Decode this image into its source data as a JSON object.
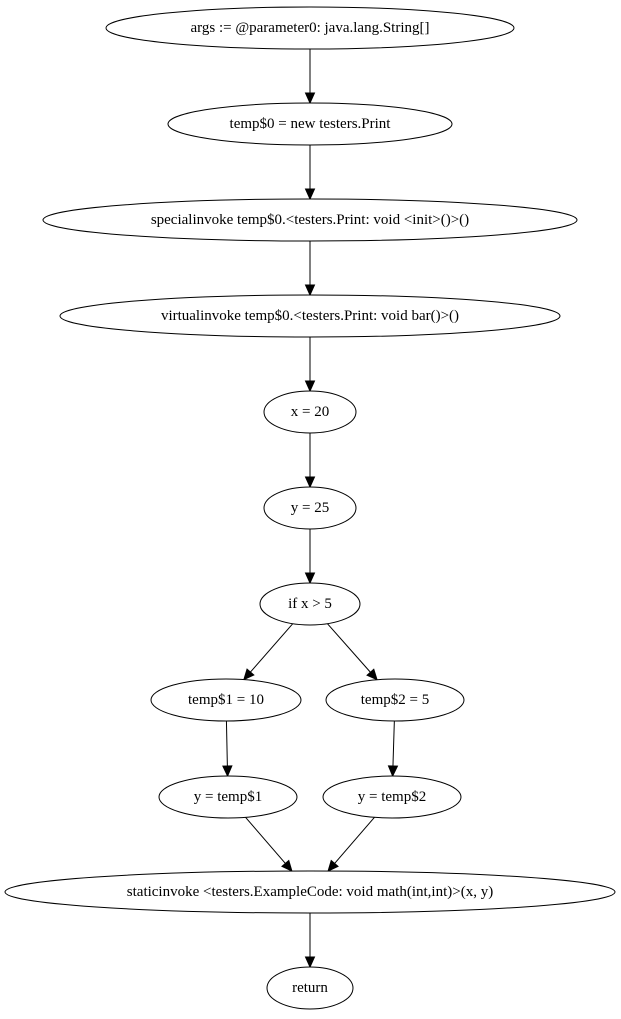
{
  "graph": {
    "nodes": [
      {
        "id": "n0",
        "label": "args := @parameter0: java.lang.String[]"
      },
      {
        "id": "n1",
        "label": "temp$0 = new testers.Print"
      },
      {
        "id": "n2",
        "label": "specialinvoke temp$0.<testers.Print: void <init>()>()"
      },
      {
        "id": "n3",
        "label": "virtualinvoke temp$0.<testers.Print: void bar()>()"
      },
      {
        "id": "n4",
        "label": "x = 20"
      },
      {
        "id": "n5",
        "label": "y = 25"
      },
      {
        "id": "n6",
        "label": "if x > 5"
      },
      {
        "id": "n7",
        "label": "temp$1 = 10"
      },
      {
        "id": "n8",
        "label": "temp$2 = 5"
      },
      {
        "id": "n9",
        "label": "y = temp$1"
      },
      {
        "id": "n10",
        "label": "y = temp$2"
      },
      {
        "id": "n11",
        "label": "staticinvoke <testers.ExampleCode: void math(int,int)>(x, y)"
      },
      {
        "id": "n12",
        "label": "return"
      }
    ],
    "edges": [
      {
        "from": "n0",
        "to": "n1"
      },
      {
        "from": "n1",
        "to": "n2"
      },
      {
        "from": "n2",
        "to": "n3"
      },
      {
        "from": "n3",
        "to": "n4"
      },
      {
        "from": "n4",
        "to": "n5"
      },
      {
        "from": "n5",
        "to": "n6"
      },
      {
        "from": "n6",
        "to": "n7"
      },
      {
        "from": "n6",
        "to": "n8"
      },
      {
        "from": "n7",
        "to": "n9"
      },
      {
        "from": "n8",
        "to": "n10"
      },
      {
        "from": "n9",
        "to": "n11"
      },
      {
        "from": "n10",
        "to": "n11"
      },
      {
        "from": "n11",
        "to": "n12"
      }
    ]
  }
}
